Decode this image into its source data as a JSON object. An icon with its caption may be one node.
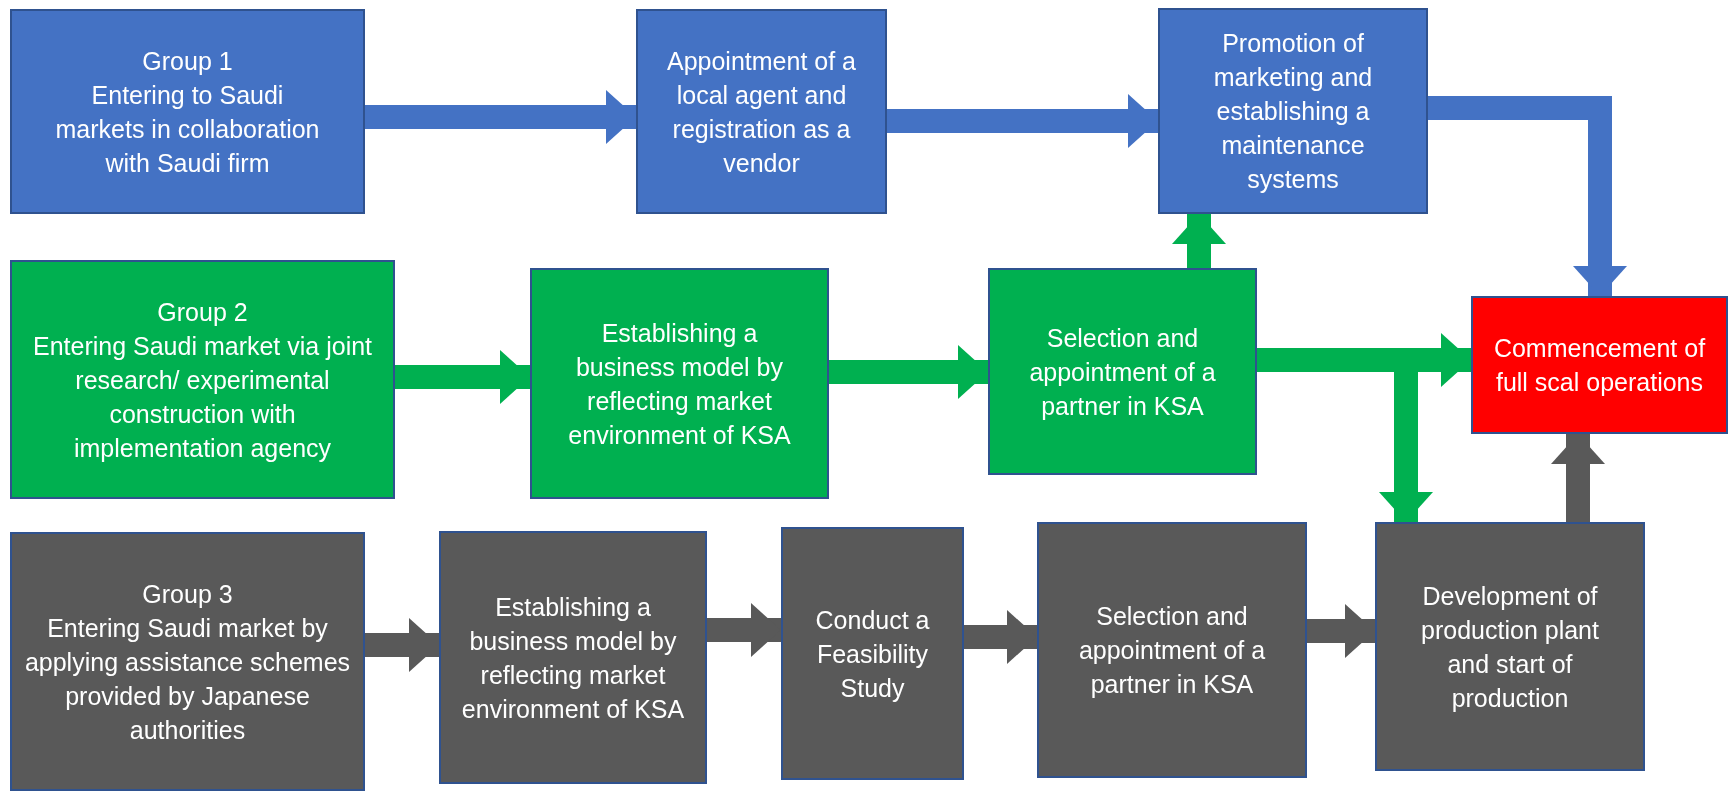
{
  "diagram": {
    "nodes": [
      {
        "text": [
          "Group 1",
          "Entering to Saudi markets in collaboration with Saudi firm"
        ]
      },
      {
        "text": [
          "Appointment of a local agent and registration as a vendor"
        ]
      },
      {
        "text": [
          "Promotion of marketing and establishing a maintenance systems"
        ]
      },
      {
        "text": [
          "Group 2",
          "Entering Saudi market via joint research/ experimental construction with implementation agency"
        ]
      },
      {
        "text": [
          "Establishing a business model by reflecting market environment of KSA"
        ]
      },
      {
        "text": [
          "Selection and appointment of a partner in KSA"
        ]
      },
      {
        "text": [
          "Commencement of full scal operations"
        ]
      },
      {
        "text": [
          "Group 3",
          "Entering Saudi market by applying assistance schemes provided by Japanese authorities"
        ]
      },
      {
        "text": [
          "Establishing a business model by reflecting market environment of KSA"
        ]
      },
      {
        "text": [
          "Conduct a Feasibility Study"
        ]
      },
      {
        "text": [
          "Selection and appointment of a partner in KSA"
        ]
      },
      {
        "text": [
          "Development of production plant and start of production"
        ]
      }
    ],
    "edges": [
      {
        "from": 0,
        "to": 1,
        "arrow": "to",
        "color": "#4472c4"
      },
      {
        "from": 1,
        "to": 2,
        "arrow": "to",
        "color": "#4472c4"
      },
      {
        "from": 2,
        "to": 6,
        "arrow": "to",
        "color": "#4472c4"
      },
      {
        "from": 3,
        "to": 4,
        "arrow": "to",
        "color": "#00b050"
      },
      {
        "from": 4,
        "to": 5,
        "arrow": "to",
        "color": "#00b050"
      },
      {
        "from": 5,
        "to": 2,
        "arrow": "to",
        "color": "#00b050"
      },
      {
        "from": 5,
        "to": 6,
        "arrow": "to",
        "color": "#00b050"
      },
      {
        "from": 5,
        "to": 11,
        "arrow": "to",
        "color": "#00b050"
      },
      {
        "from": 7,
        "to": 8,
        "arrow": "to",
        "color": "#595959"
      },
      {
        "from": 8,
        "to": 9,
        "arrow": "to",
        "color": "#595959"
      },
      {
        "from": 9,
        "to": 10,
        "arrow": "to",
        "color": "#595959"
      },
      {
        "from": 10,
        "to": 11,
        "arrow": "to",
        "color": "#595959"
      },
      {
        "from": 11,
        "to": 6,
        "arrow": "to",
        "color": "#595959"
      }
    ]
  }
}
